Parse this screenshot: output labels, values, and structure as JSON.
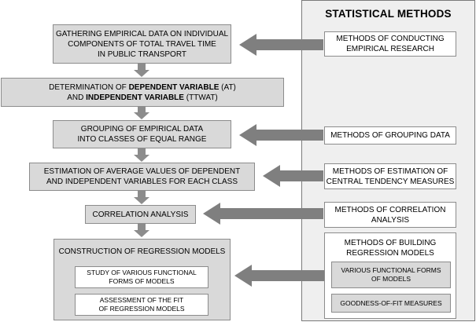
{
  "panel": {
    "title": "STATISTICAL METHODS"
  },
  "process": {
    "step1": {
      "line1": "GATHERING EMPIRICAL DATA ON INDIVIDUAL",
      "line2": "COMPONENTS OF TOTAL TRAVEL TIME",
      "line3": "IN PUBLIC TRANSPORT"
    },
    "step2": {
      "prefix1": "DETERMINATION OF ",
      "bold1": "DEPENDENT VARIABLE",
      "suffix1": " (AT)",
      "prefix2": "AND ",
      "bold2": "INDEPENDENT VARIABLE",
      "suffix2": " (TTWAT)"
    },
    "step3": {
      "line1": "GROUPING OF EMPIRICAL DATA",
      "line2": "INTO CLASSES OF EQUAL RANGE"
    },
    "step4": {
      "line1": "ESTIMATION OF AVERAGE VALUES OF DEPENDENT",
      "line2": "AND INDEPENDENT VARIABLES FOR EACH CLASS"
    },
    "step5": {
      "line1": "CORRELATION ANALYSIS"
    },
    "step6": {
      "title": "CONSTRUCTION OF REGRESSION MODELS",
      "sub1": {
        "line1": "STUDY OF VARIOUS FUNCTIONAL",
        "line2": "FORMS OF MODELS"
      },
      "sub2": {
        "line1": "ASSESSMENT OF THE FIT",
        "line2": "OF REGRESSION MODELS"
      }
    }
  },
  "methods": {
    "m1": {
      "line1": "METHODS OF CONDUCTING",
      "line2": "EMPIRICAL RESEARCH"
    },
    "m2": {
      "line1": "METHODS OF GROUPING DATA"
    },
    "m3": {
      "line1": "METHODS OF ESTIMATION OF",
      "line2": "CENTRAL TENDENCY MEASURES"
    },
    "m4": {
      "line1": "METHODS OF CORRELATION",
      "line2": "ANALYSIS"
    },
    "m5": {
      "title1": "METHODS OF BUILDING",
      "title2": "REGRESSION MODELS",
      "sub1": {
        "line1": "VARIOUS FUNCTIONAL FORMS",
        "line2": "OF MODELS"
      },
      "sub2": {
        "line1": "GOODNESS-OF-FIT MEASURES"
      }
    }
  },
  "colors": {
    "box_fill": "#d9d9d9",
    "arrow": "#7f7f7f",
    "panel_fill": "#efefef"
  }
}
